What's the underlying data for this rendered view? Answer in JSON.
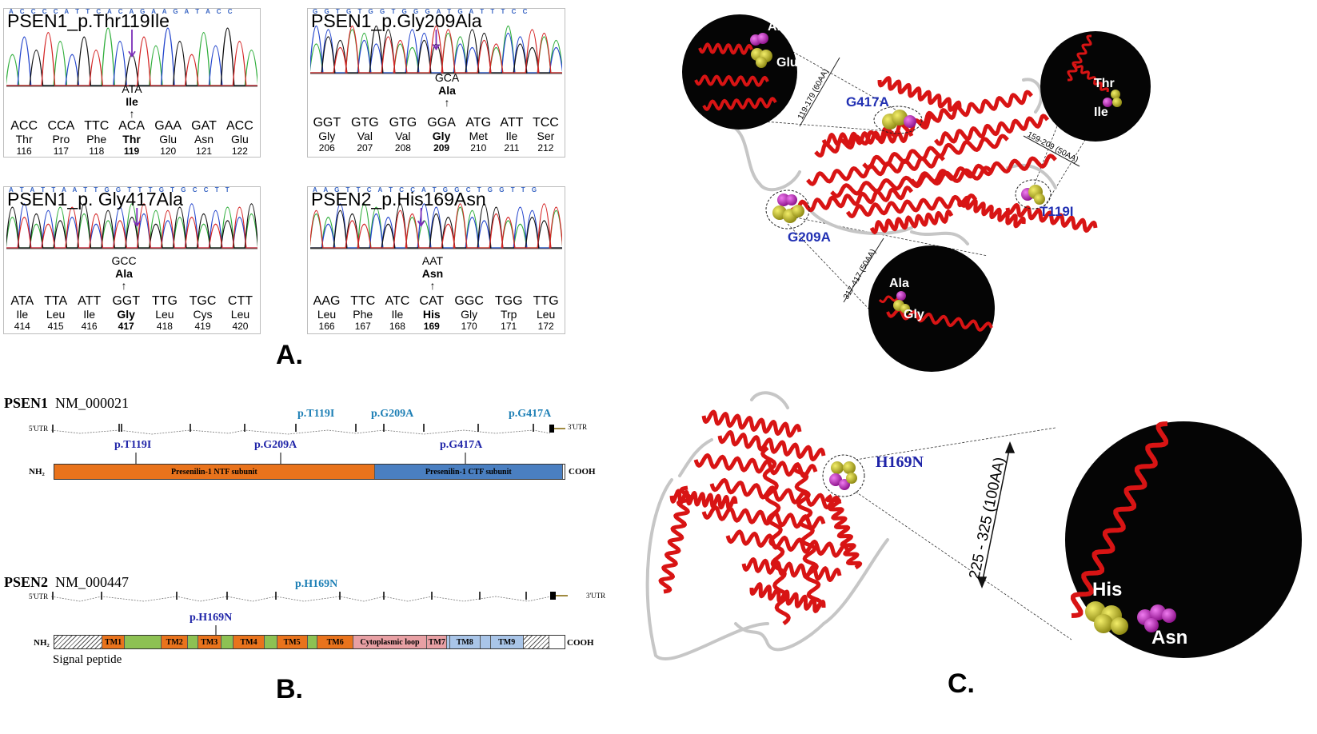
{
  "panelA": {
    "label": "A.",
    "chromatograms": [
      {
        "title": "PSEN1_p.Thr119Ile",
        "top_seq": "A C C C C A T T C A C A G A A G A T A C C",
        "mut_codon": "ATA",
        "mut_aa": "Ile",
        "codons": [
          "ACC",
          "CCA",
          "TTC",
          "ACA",
          "GAA",
          "GAT",
          "ACC"
        ],
        "aas": [
          "Thr",
          "Pro",
          "Phe",
          "Thr",
          "Glu",
          "Asn",
          "Glu"
        ],
        "nums": [
          "116",
          "117",
          "118",
          "119",
          "120",
          "121",
          "122"
        ],
        "highlight": 3
      },
      {
        "title": "PSEN1_p.Gly209Ala",
        "top_seq": "G G T G T G G T G G G A T G A T T T C C",
        "mut_codon": "GCA",
        "mut_aa": "Ala",
        "codons": [
          "GGT",
          "GTG",
          "GTG",
          "GGA",
          "ATG",
          "ATT",
          "TCC"
        ],
        "aas": [
          "Gly",
          "Val",
          "Val",
          "Gly",
          "Met",
          "Ile",
          "Ser"
        ],
        "nums": [
          "206",
          "207",
          "208",
          "209",
          "210",
          "211",
          "212"
        ],
        "highlight": 3
      },
      {
        "title": "PSEN1_p. Gly417Ala",
        "top_seq": "A T A T T A A T T G G T T T G T G C C T T",
        "mut_codon": "GCC",
        "mut_aa": "Ala",
        "codons": [
          "ATA",
          "TTA",
          "ATT",
          "GGT",
          "TTG",
          "TGC",
          "CTT"
        ],
        "aas": [
          "Ile",
          "Leu",
          "Ile",
          "Gly",
          "Leu",
          "Cys",
          "Leu"
        ],
        "nums": [
          "414",
          "415",
          "416",
          "417",
          "418",
          "419",
          "420"
        ],
        "highlight": 3
      },
      {
        "title": "PSEN2_p.His169Asn",
        "top_seq": "A A G T T C A T C C A T G G C T G G T T G",
        "mut_codon": "AAT",
        "mut_aa": "Asn",
        "codons": [
          "AAG",
          "TTC",
          "ATC",
          "CAT",
          "GGC",
          "TGG",
          "TTG"
        ],
        "aas": [
          "Leu",
          "Phe",
          "Ile",
          "His",
          "Gly",
          "Trp",
          "Leu"
        ],
        "nums": [
          "166",
          "167",
          "168",
          "169",
          "170",
          "171",
          "172"
        ],
        "highlight": 3
      }
    ]
  },
  "panelB": {
    "label": "B.",
    "psen1": {
      "gene": "PSEN1",
      "accession": "NM_000021",
      "utr5": "5'UTR",
      "utr3": "3'UTR",
      "exon_mutations": [
        "p.T119I",
        "p.G209A",
        "p.G417A"
      ],
      "protein_mutations": [
        "p.T119I",
        "p.G209A",
        "p.G417A"
      ],
      "nterm": "NH₂",
      "cterm": "COOH",
      "segments": [
        {
          "label": "Presenilin-1 NTF subunit",
          "color": "#e9731c",
          "frac": 0.63
        },
        {
          "label": "Presenilin-1 CTF subunit",
          "color": "#4a7fc1",
          "frac": 0.37
        }
      ]
    },
    "psen2": {
      "gene": "PSEN2",
      "accession": "NM_000447",
      "utr5": "5'UTR",
      "utr3": "3'UTR",
      "exon_mutation": "p.H169N",
      "protein_mutation": "p.H169N",
      "nterm": "NH₂",
      "cterm": "COOH",
      "signal_peptide": "Signal peptide",
      "segments": [
        {
          "label": "",
          "color": "hatch",
          "frac": 0.094
        },
        {
          "label": "TM1",
          "color": "#e9731c",
          "frac": 0.045
        },
        {
          "label": "",
          "color": "#8dc153",
          "frac": 0.072
        },
        {
          "label": "TM2",
          "color": "#e9731c",
          "frac": 0.052
        },
        {
          "label": "",
          "color": "#8dc153",
          "frac": 0.02
        },
        {
          "label": "TM3",
          "color": "#e9731c",
          "frac": 0.045
        },
        {
          "label": "",
          "color": "#8dc153",
          "frac": 0.025
        },
        {
          "label": "TM4",
          "color": "#e9731c",
          "frac": 0.06
        },
        {
          "label": "",
          "color": "#8dc153",
          "frac": 0.025
        },
        {
          "label": "TM5",
          "color": "#e9731c",
          "frac": 0.06
        },
        {
          "label": "",
          "color": "#8dc153",
          "frac": 0.02
        },
        {
          "label": "TM6",
          "color": "#e9731c",
          "frac": 0.07
        },
        {
          "label": "Cytoplasmic loop",
          "color": "#e8a0a4",
          "frac": 0.145
        },
        {
          "label": "TM7",
          "color": "#e8a0a4",
          "frac": 0.04
        },
        {
          "label": "",
          "color": "#a9c5e8",
          "frac": 0.005
        },
        {
          "label": "TM8",
          "color": "#a9c5e8",
          "frac": 0.06
        },
        {
          "label": "",
          "color": "#a9c5e8",
          "frac": 0.02
        },
        {
          "label": "TM9",
          "color": "#a9c5e8",
          "frac": 0.065
        },
        {
          "label": "",
          "color": "hatch",
          "frac": 0.05
        }
      ]
    }
  },
  "panelC": {
    "label": "C.",
    "psen1_sites": [
      "G417A",
      "G209A",
      "T119I"
    ],
    "psen1_ranges": [
      "119-179 (60AA)",
      "159-209 (50AA)",
      "317-417 (50AA)"
    ],
    "zoom_labels": {
      "g417a": [
        "Ala",
        "Glu"
      ],
      "t119i": [
        "Thr",
        "Ile"
      ],
      "g209a": [
        "Ala",
        "Gly"
      ]
    },
    "psen2_site": "H169N",
    "psen2_range": "225 - 325 (100AA)",
    "psen2_zoom": [
      "His",
      "Asn"
    ]
  },
  "colors": {
    "helix": "#d81414",
    "coil": "#c6c6c6",
    "magenta": "#c21fc0",
    "yellow": "#c8c21f",
    "teal_label": "#1d7fb5",
    "navy_label": "#1f24a8"
  }
}
